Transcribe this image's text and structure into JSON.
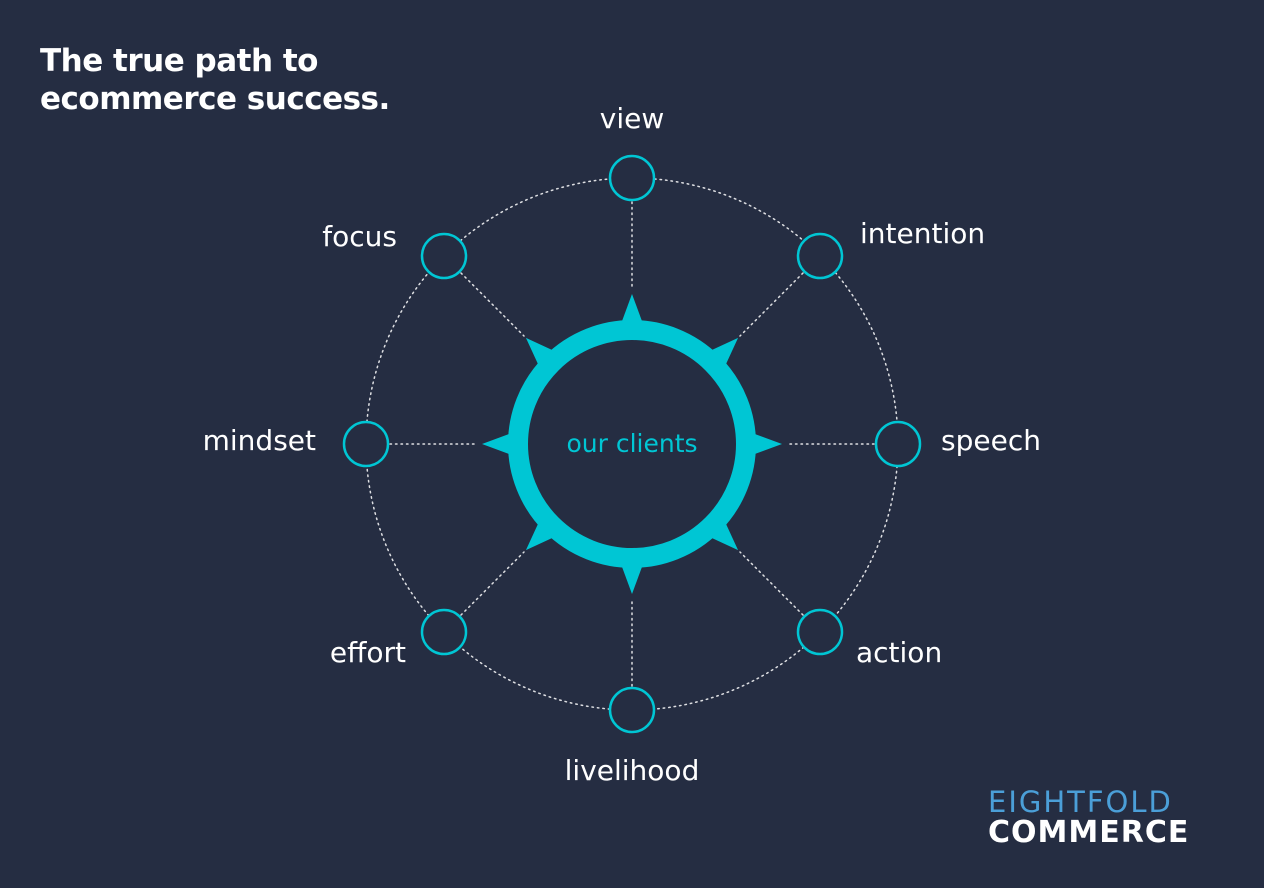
{
  "title": {
    "line1": "The true path to",
    "line2": "ecommerce success."
  },
  "diagram": {
    "center_label": "our clients",
    "nodes": [
      {
        "id": "view",
        "label": "view"
      },
      {
        "id": "intention",
        "label": "intention"
      },
      {
        "id": "speech",
        "label": "speech"
      },
      {
        "id": "action",
        "label": "action"
      },
      {
        "id": "livelihood",
        "label": "livelihood"
      },
      {
        "id": "effort",
        "label": "effort"
      },
      {
        "id": "mindset",
        "label": "mindset"
      },
      {
        "id": "focus",
        "label": "focus"
      }
    ]
  },
  "logo": {
    "top": "EIGHTFOLD",
    "bottom": "COMMERCE"
  },
  "colors": {
    "background": "#252d42",
    "accent": "#00c6d4",
    "text": "#ffffff",
    "logo_blue": "#4b9fd8"
  }
}
